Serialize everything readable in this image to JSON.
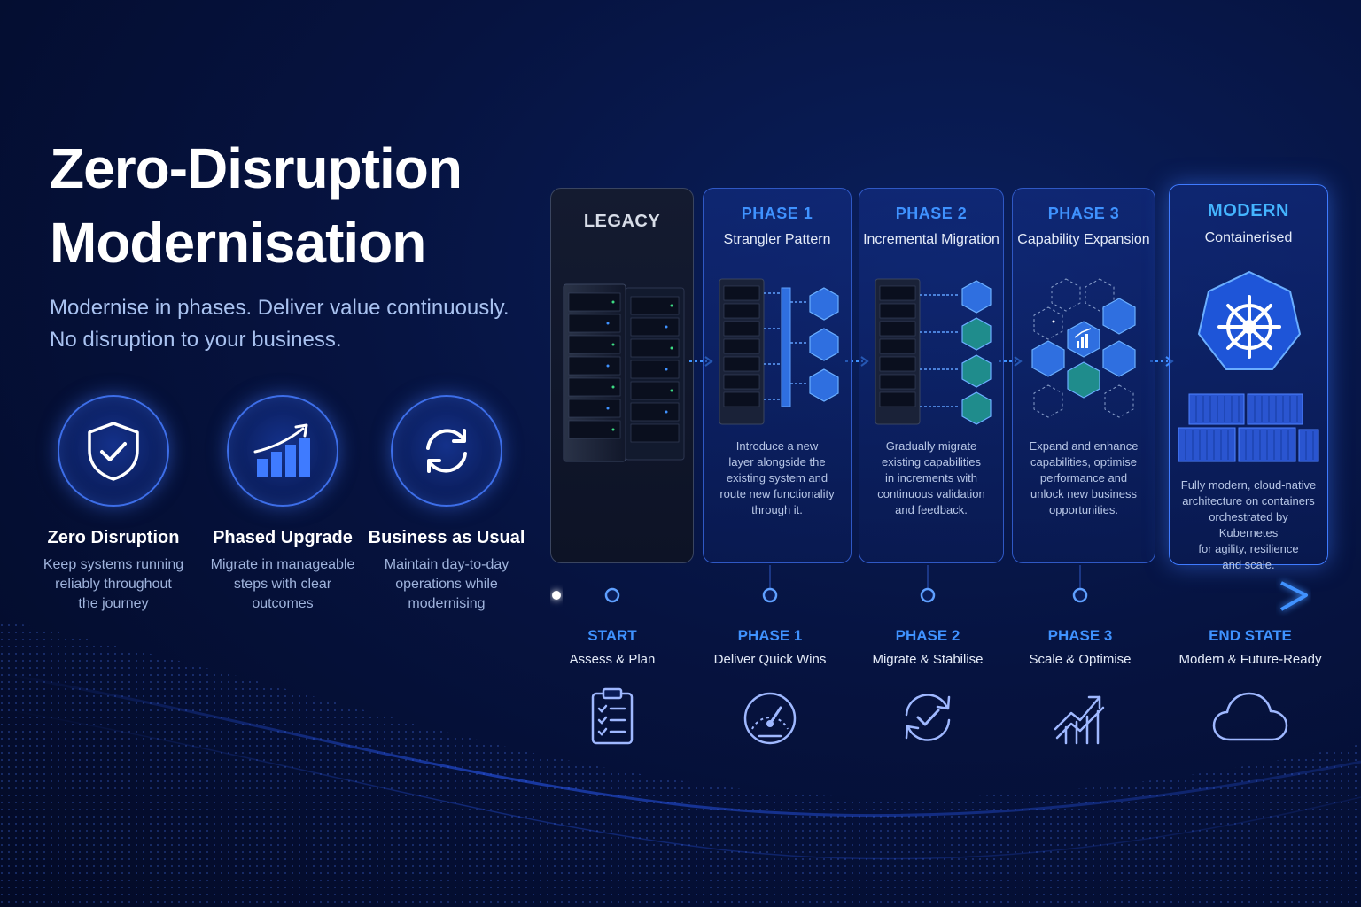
{
  "header": {
    "title_line1": "Zero-Disruption",
    "title_line2": "Modernisation",
    "subtitle_line1": "Modernise in phases. Deliver value continuously.",
    "subtitle_line2": "No disruption to your business."
  },
  "pillars": [
    {
      "icon": "shield-check-icon",
      "title": "Zero Disruption",
      "desc_lines": [
        "Keep systems running",
        "reliably throughout",
        "the journey"
      ]
    },
    {
      "icon": "growth-chart-icon",
      "title": "Phased Upgrade",
      "desc_lines": [
        "Migrate in manageable",
        "steps with clear",
        "outcomes"
      ]
    },
    {
      "icon": "refresh-icon",
      "title": "Business as Usual",
      "desc_lines": [
        "Maintain day-to-day",
        "operations while",
        "modernising"
      ]
    }
  ],
  "phases": [
    {
      "label": "LEGACY",
      "sublabel": "",
      "desc_lines": []
    },
    {
      "label": "PHASE 1",
      "sublabel": "Strangler Pattern",
      "desc_lines": [
        "Introduce a new",
        "layer alongside the",
        "existing system and",
        "route new functionality",
        "through it."
      ]
    },
    {
      "label": "PHASE 2",
      "sublabel": "Incremental Migration",
      "desc_lines": [
        "Gradually migrate",
        "existing capabilities",
        "in increments with",
        "continuous validation",
        "and feedback."
      ]
    },
    {
      "label": "PHASE 3",
      "sublabel": "Capability Expansion",
      "desc_lines": [
        "Expand and enhance",
        "capabilities, optimise",
        "performance and",
        "unlock new business",
        "opportunities."
      ]
    },
    {
      "label": "MODERN",
      "sublabel": "Containerised",
      "desc_lines": [
        "Fully modern, cloud-native",
        "architecture on containers",
        "orchestrated by Kubernetes",
        "for agility, resilience",
        "and scale."
      ]
    }
  ],
  "milestones": [
    {
      "label": "START",
      "sub": "Assess & Plan",
      "icon": "clipboard-checklist-icon"
    },
    {
      "label": "PHASE 1",
      "sub": "Deliver Quick Wins",
      "icon": "speedometer-icon"
    },
    {
      "label": "PHASE 2",
      "sub": "Migrate & Stabilise",
      "icon": "sync-check-icon"
    },
    {
      "label": "PHASE 3",
      "sub": "Scale & Optimise",
      "icon": "trending-up-icon"
    },
    {
      "label": "END STATE",
      "sub": "Modern & Future-Ready",
      "icon": "cloud-icon"
    }
  ],
  "colors": {
    "background": "#061340",
    "accent": "#3f92ff",
    "accent_bright": "#44b5ff",
    "timeline": "#3f7bff",
    "hex_blue": "#2f6fe0",
    "hex_teal": "#1f8c8c"
  }
}
